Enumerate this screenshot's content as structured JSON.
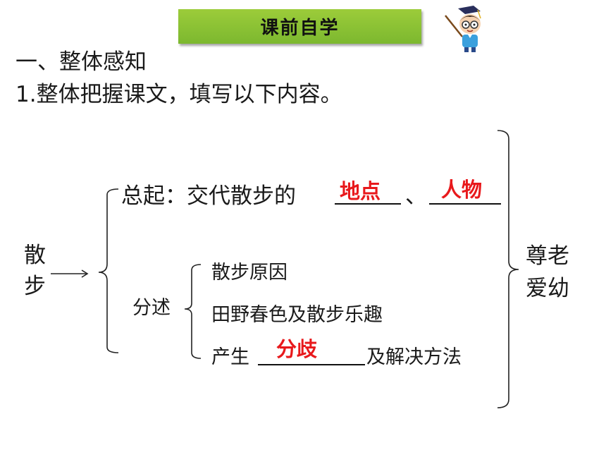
{
  "banner": {
    "title": "课前自学"
  },
  "heading": {
    "section": "一、整体感知",
    "task": "1.整体把握课文，填写以下内容。"
  },
  "diagram": {
    "root": "散步",
    "intro": {
      "label": "总起：交代散步的",
      "separator": "、",
      "answer1": "地点",
      "answer2": "人物"
    },
    "details": {
      "label": "分述",
      "item1": "散步原因",
      "item2": "田野春色及散步乐趣",
      "item3_prefix": "产生",
      "item3_answer": "分歧",
      "item3_suffix": "及解决方法"
    },
    "theme": "尊老爱幼"
  },
  "colors": {
    "banner": "#8cc33a",
    "answer": "#e8191c"
  },
  "icons": {
    "mascot": "teacher-cartoon-icon"
  }
}
